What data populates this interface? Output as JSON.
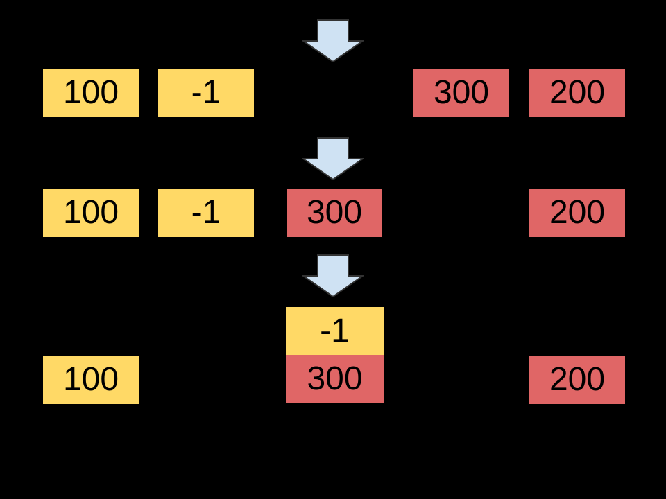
{
  "colors": {
    "background": "#000000",
    "cell_yellow": "#ffd966",
    "cell_red": "#e06666",
    "arrow_fill": "#cfe2f3",
    "text": "#000000"
  },
  "steps": [
    {
      "cells": [
        {
          "label": "100",
          "color": "yellow"
        },
        {
          "label": "-1",
          "color": "yellow"
        },
        {
          "label": "300",
          "color": "red"
        },
        {
          "label": "200",
          "color": "red"
        }
      ]
    },
    {
      "cells": [
        {
          "label": "100",
          "color": "yellow"
        },
        {
          "label": "-1",
          "color": "yellow"
        },
        {
          "label": "300",
          "color": "red"
        },
        {
          "label": "200",
          "color": "red"
        }
      ]
    },
    {
      "stack": {
        "top": {
          "label": "-1",
          "color": "yellow"
        },
        "bottom": {
          "label": "300",
          "color": "red"
        }
      },
      "cells": [
        {
          "label": "100",
          "color": "yellow"
        },
        {
          "label": "200",
          "color": "red"
        }
      ]
    }
  ]
}
